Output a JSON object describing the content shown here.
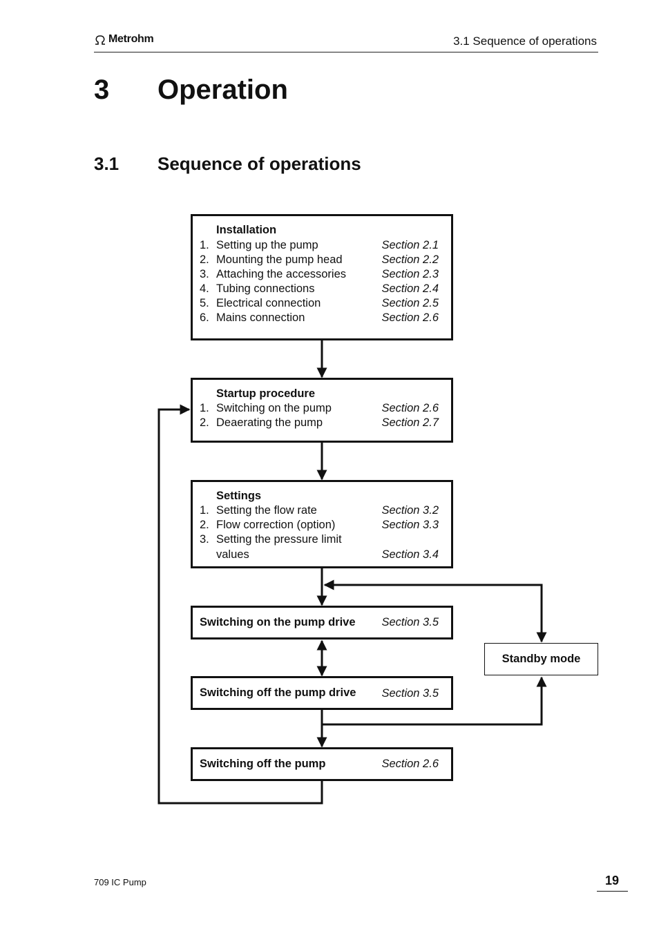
{
  "header": {
    "brand": "Metrohm",
    "section_ref": "3.1  Sequence of operations"
  },
  "chapter": {
    "number": "3",
    "title": "Operation"
  },
  "section": {
    "number": "3.1",
    "title": "Sequence of operations"
  },
  "flowchart": {
    "installation": {
      "title": "Installation",
      "items": [
        {
          "num": "1.",
          "label": "Setting up the pump",
          "section": "Section 2.1"
        },
        {
          "num": "2.",
          "label": "Mounting the pump head",
          "section": "Section 2.2"
        },
        {
          "num": "3.",
          "label": "Attaching the accessories",
          "section": "Section 2.3"
        },
        {
          "num": "4.",
          "label": "Tubing connections",
          "section": "Section 2.4"
        },
        {
          "num": "5.",
          "label": "Electrical connection",
          "section": "Section 2.5"
        },
        {
          "num": "6.",
          "label": "Mains connection",
          "section": "Section 2.6"
        }
      ]
    },
    "startup": {
      "title": "Startup procedure",
      "items": [
        {
          "num": "1.",
          "label": "Switching on the pump",
          "section": "Section 2.6"
        },
        {
          "num": "2.",
          "label": "Deaerating the pump",
          "section": "Section 2.7"
        }
      ]
    },
    "settings": {
      "title": "Settings",
      "items": [
        {
          "num": "1.",
          "label": "Setting the flow rate",
          "section": "Section 3.2"
        },
        {
          "num": "2.",
          "label": "Flow correction (option)",
          "section": "Section 3.3"
        },
        {
          "num": "3.",
          "label": "Setting the pressure limit",
          "label_cont": "values",
          "section": "Section 3.4"
        }
      ]
    },
    "drive_on": {
      "label": "Switching on the pump drive",
      "section": "Section 3.5"
    },
    "drive_off": {
      "label": "Switching off the pump drive",
      "section": "Section 3.5"
    },
    "pump_off": {
      "label": "Switching off the pump",
      "section": "Section 2.6"
    },
    "standby": {
      "label": "Standby mode"
    }
  },
  "footer": {
    "product": "709 IC Pump",
    "page": "19"
  }
}
